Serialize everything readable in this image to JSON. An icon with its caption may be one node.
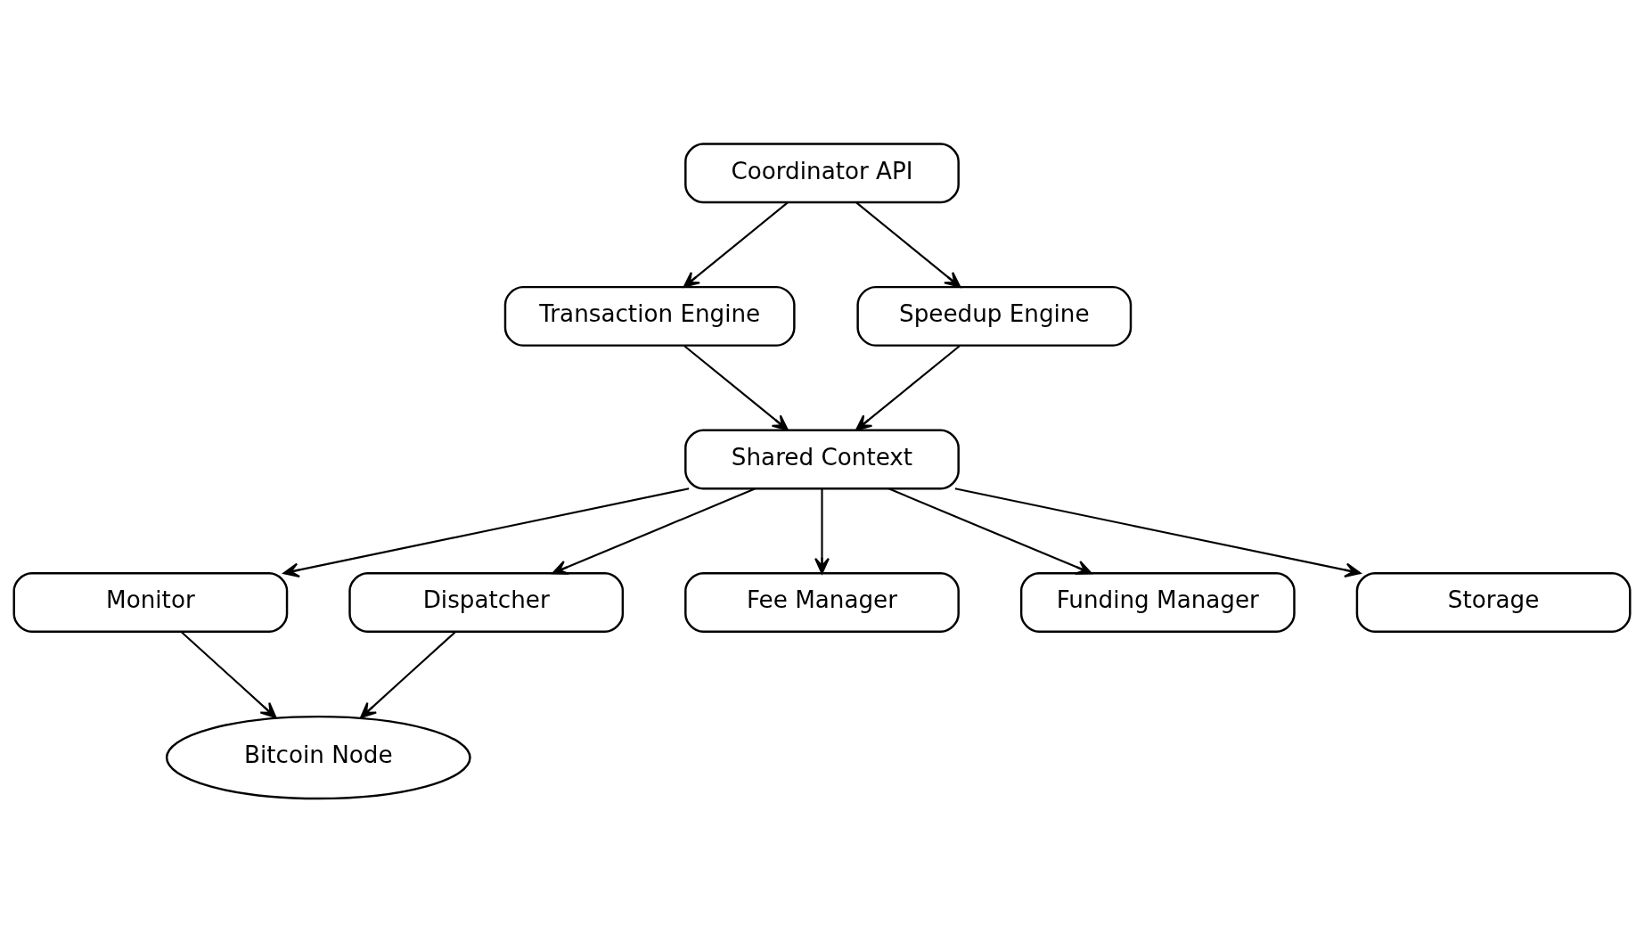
{
  "diagram": {
    "nodes": [
      {
        "text": [
          "Coordinator API"
        ]
      },
      {
        "text": [
          "Transaction Engine"
        ]
      },
      {
        "text": [
          "Speedup Engine"
        ]
      },
      {
        "text": [
          "Shared Context"
        ]
      },
      {
        "text": [
          "Monitor"
        ]
      },
      {
        "text": [
          "Dispatcher"
        ]
      },
      {
        "text": [
          "Fee Manager"
        ]
      },
      {
        "text": [
          "Funding Manager"
        ]
      },
      {
        "text": [
          "Storage"
        ]
      },
      {
        "text": [
          "Bitcoin Node"
        ]
      }
    ],
    "edges": [
      {
        "from": 0,
        "to": 1,
        "arrow": "to"
      },
      {
        "from": 0,
        "to": 2,
        "arrow": "to"
      },
      {
        "from": 1,
        "to": 3,
        "arrow": "to"
      },
      {
        "from": 2,
        "to": 3,
        "arrow": "to"
      },
      {
        "from": 3,
        "to": 4,
        "arrow": "to"
      },
      {
        "from": 3,
        "to": 5,
        "arrow": "to"
      },
      {
        "from": 3,
        "to": 6,
        "arrow": "to"
      },
      {
        "from": 3,
        "to": 7,
        "arrow": "to"
      },
      {
        "from": 3,
        "to": 8,
        "arrow": "to"
      },
      {
        "from": 4,
        "to": 9,
        "arrow": "to"
      },
      {
        "from": 5,
        "to": 9,
        "arrow": "to"
      }
    ]
  }
}
